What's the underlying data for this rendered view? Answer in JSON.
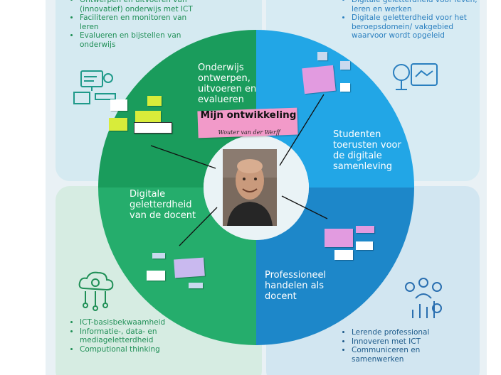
{
  "top_left_bullets": [
    "Ontwerpen en uitvoeren van (innovatief) onderwijs met ICT",
    "Faciliteren en monitoren van leren",
    "Evalueren en bijstellen van onderwijs"
  ],
  "top_right_bullets": [
    "Digitale geletterdheid voor leven, leren en werken",
    "Digitale geletterdheid voor het beroepsdomein/ vakgebied waarvoor wordt opgeleid"
  ],
  "bottom_left_bullets": [
    "ICT-basisbekwaamheid",
    "Informatie-, data- en mediageletterdheid",
    "Computional thinking"
  ],
  "bottom_right_bullets": [
    "Lerende professional",
    "Innoveren met ICT",
    "Communiceren en samenwerken"
  ],
  "ring_labels": {
    "onderwijs": "Onderwijs ontwerpen, uitvoeren en evalueren",
    "studenten": "Studenten toerusten voor de digitale samenleving",
    "digitale": "Digitale geletterdheid van de docent",
    "professioneel": "Professioneel handelen als docent"
  },
  "center": {
    "title": "Mijn ontwikkeling",
    "subtitle": "Wouter van der Werff"
  },
  "colors": {
    "green_dark": "#1a9c5c",
    "green_mid": "#25ad6c",
    "blue_light": "#22a6e6",
    "blue_dark": "#1d87c9",
    "pink": "#f29ac9",
    "note_yellow": "#d8ec3a"
  },
  "icons": [
    "computer-desk-icon",
    "handshake-icon",
    "cloud-network-icon",
    "people-chart-icon"
  ]
}
